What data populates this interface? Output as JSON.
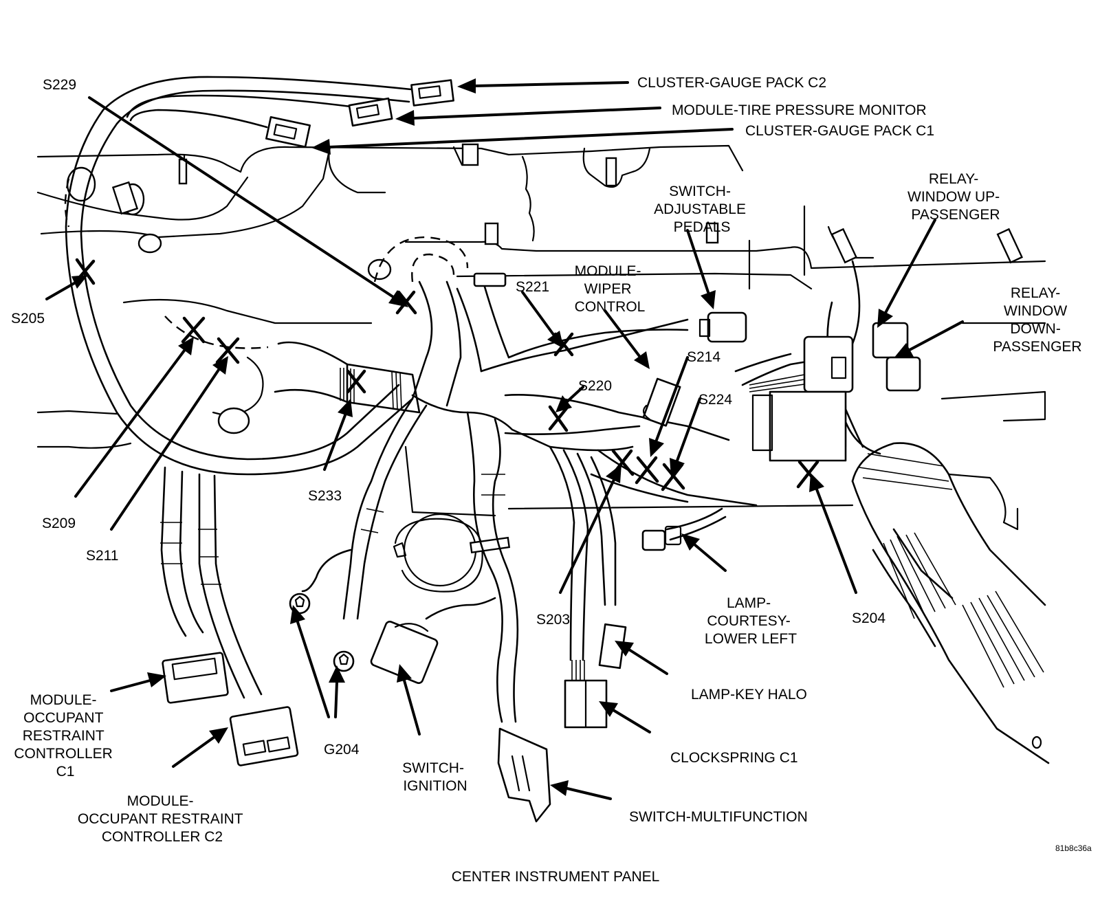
{
  "title": "CENTER INSTRUMENT PANEL",
  "figure_code": "81b8c36a",
  "labels": {
    "cluster_c2": "CLUSTER-GAUGE PACK C2",
    "tire_monitor": "MODULE-TIRE PRESSURE MONITOR",
    "cluster_c1": "CLUSTER-GAUGE PACK C1",
    "switch_pedals": [
      "SWITCH-",
      "ADJUSTABLE",
      "PEDALS"
    ],
    "relay_up": [
      "RELAY-",
      "WINDOW UP-",
      "PASSENGER"
    ],
    "relay_down": [
      "RELAY-",
      "WINDOW",
      "DOWN-",
      "PASSENGER"
    ],
    "module_wiper": [
      "MODULE-",
      "WIPER",
      "CONTROL"
    ],
    "lamp_courtesy": [
      "LAMP-",
      "COURTESY-",
      "LOWER LEFT"
    ],
    "lamp_key": "LAMP-KEY HALO",
    "clockspring": "CLOCKSPRING C1",
    "switch_multi": "SWITCH-MULTIFUNCTION",
    "switch_ignition": [
      "SWITCH-",
      "IGNITION"
    ],
    "orc_c1": [
      "MODULE-",
      "OCCUPANT",
      "RESTRAINT",
      "CONTROLLER",
      "C1"
    ],
    "orc_c2": [
      "MODULE-",
      "OCCUPANT RESTRAINT",
      "CONTROLLER C2"
    ]
  },
  "splices": {
    "s229": "S229",
    "s205": "S205",
    "s209": "S209",
    "s211": "S211",
    "s233": "S233",
    "s221": "S221",
    "s220": "S220",
    "s214": "S214",
    "s224": "S224",
    "s203": "S203",
    "s204": "S204",
    "g204": "G204"
  }
}
